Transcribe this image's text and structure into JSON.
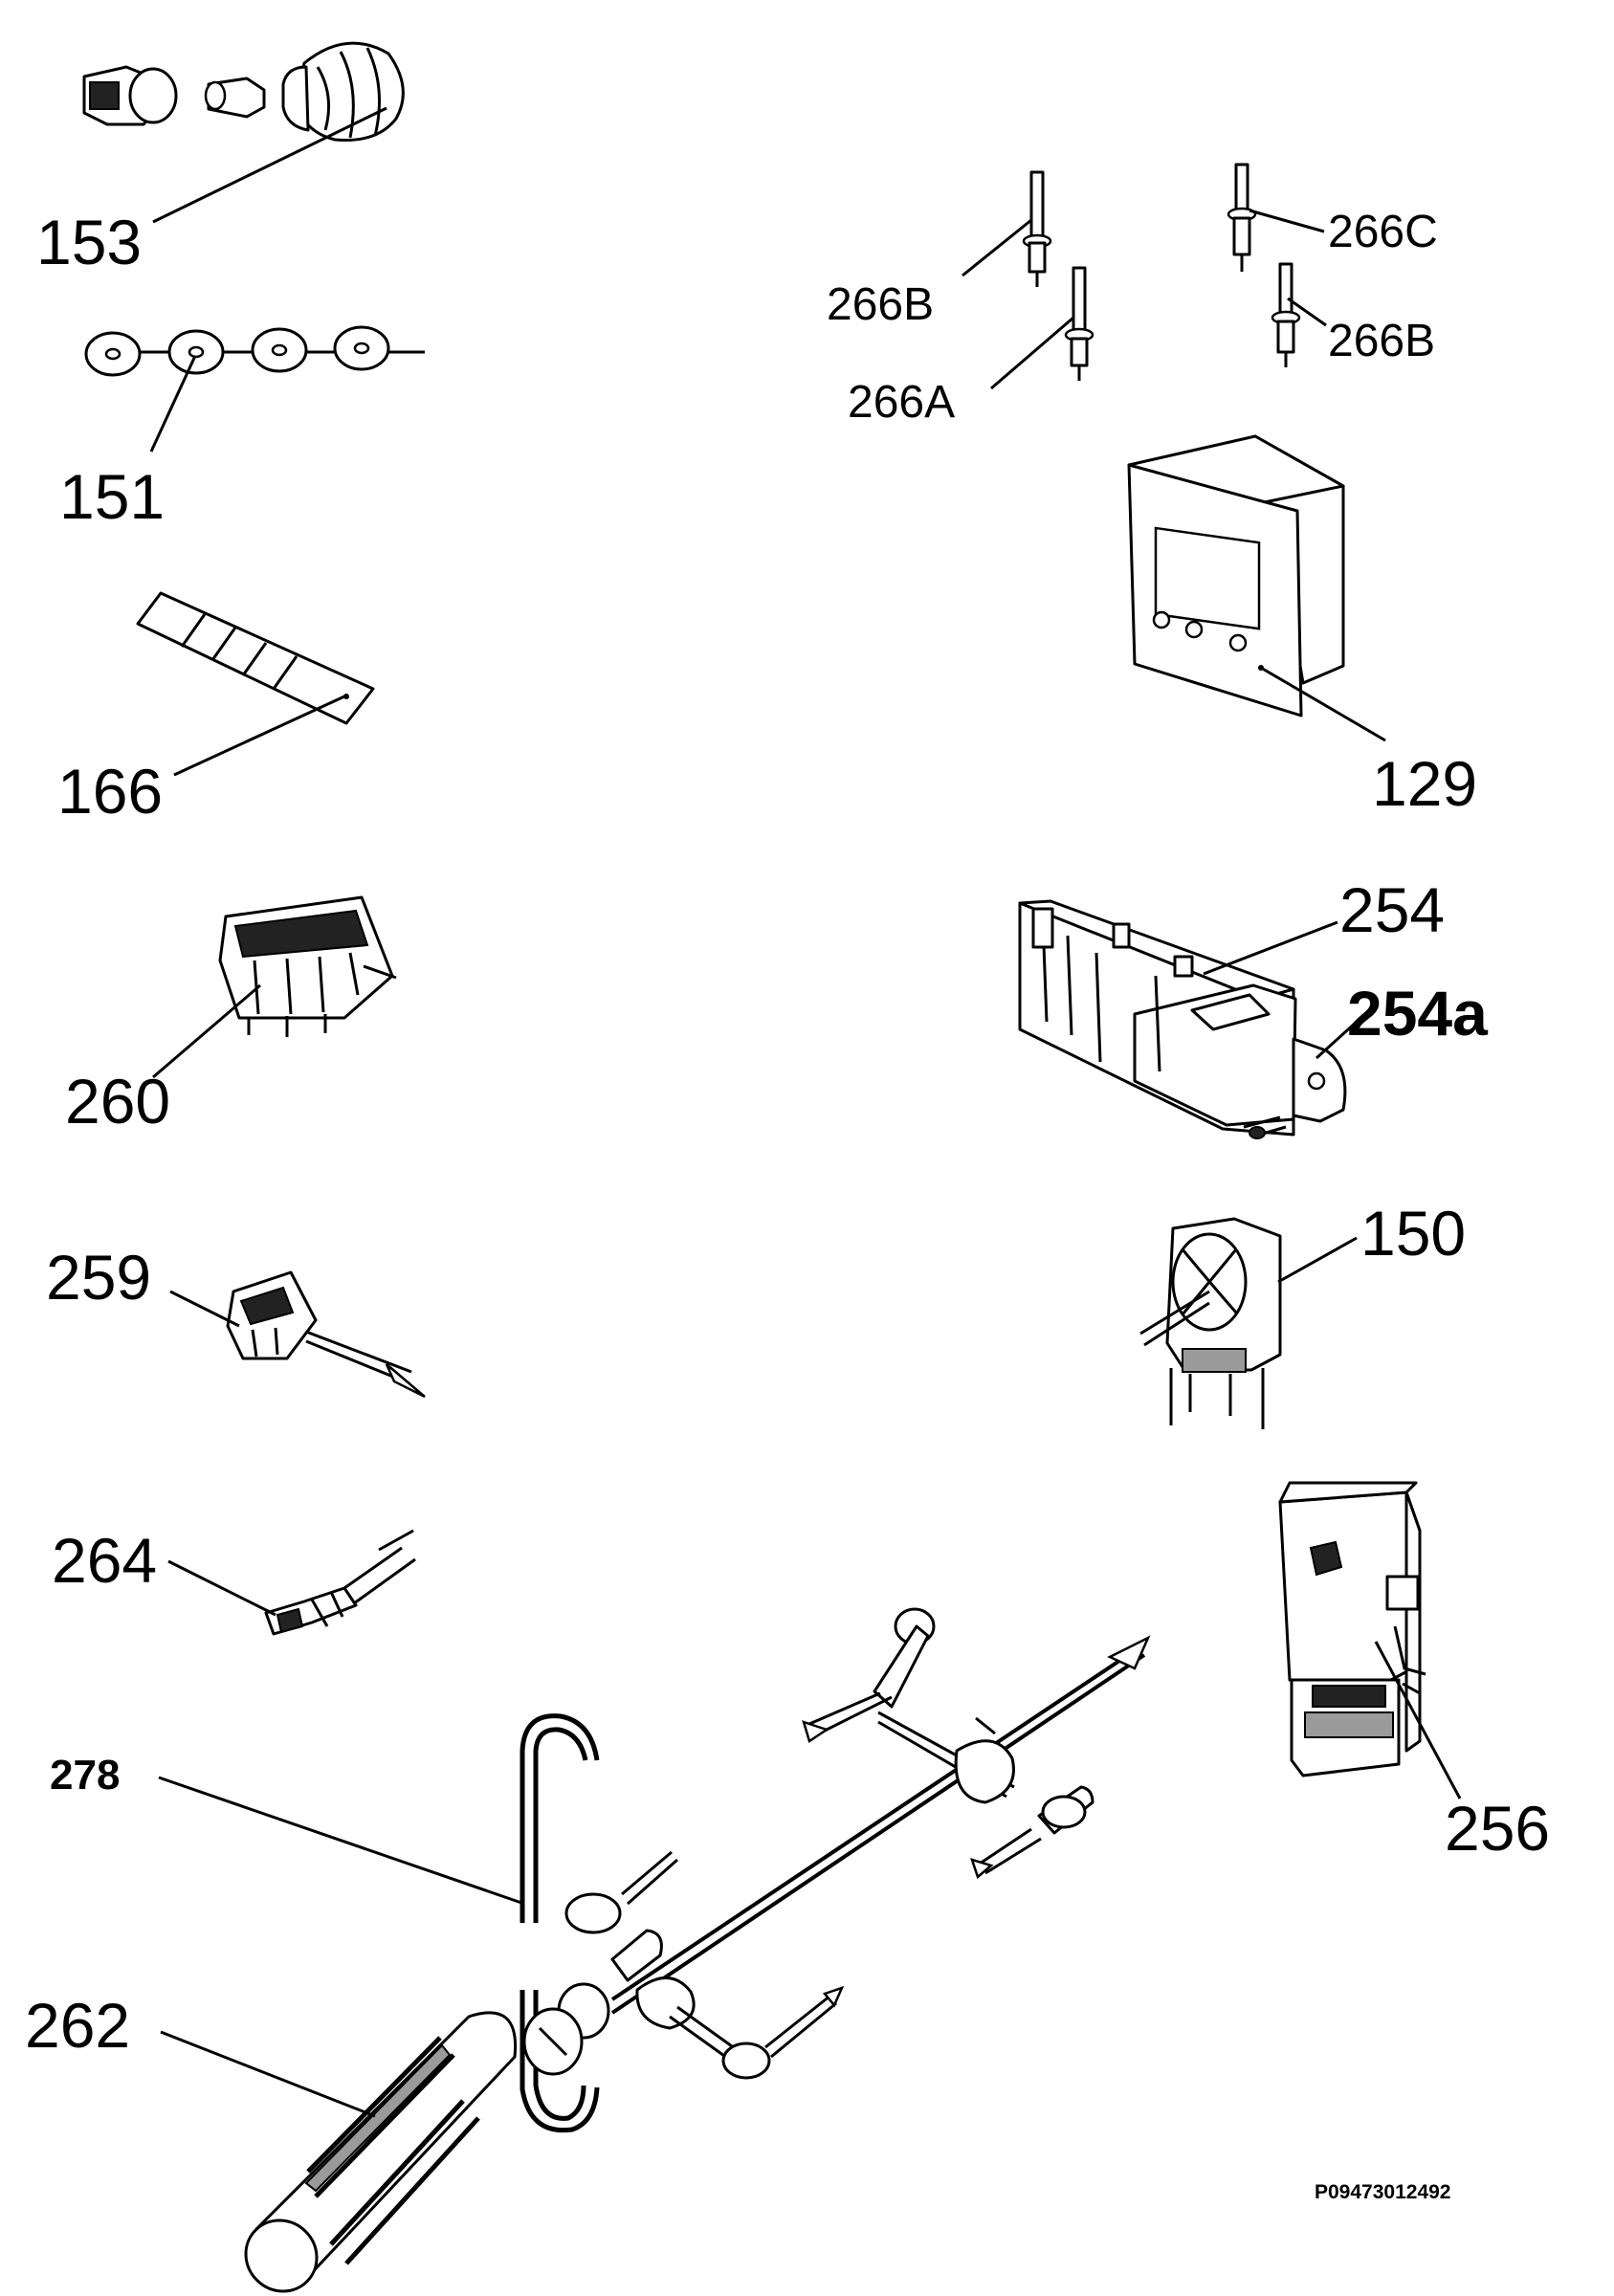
{
  "labels": {
    "l153": "153",
    "l151": "151",
    "l166": "166",
    "l260": "260",
    "l259": "259",
    "l264": "264",
    "l278": "278",
    "l262": "262",
    "l266b_left": "266B",
    "l266a": "266A",
    "l266c": "266C",
    "l266b_right": "266B",
    "l129": "129",
    "l254": "254",
    "l254a": "254a",
    "l150": "150",
    "l256": "256"
  },
  "reference_code": "P09473012492"
}
